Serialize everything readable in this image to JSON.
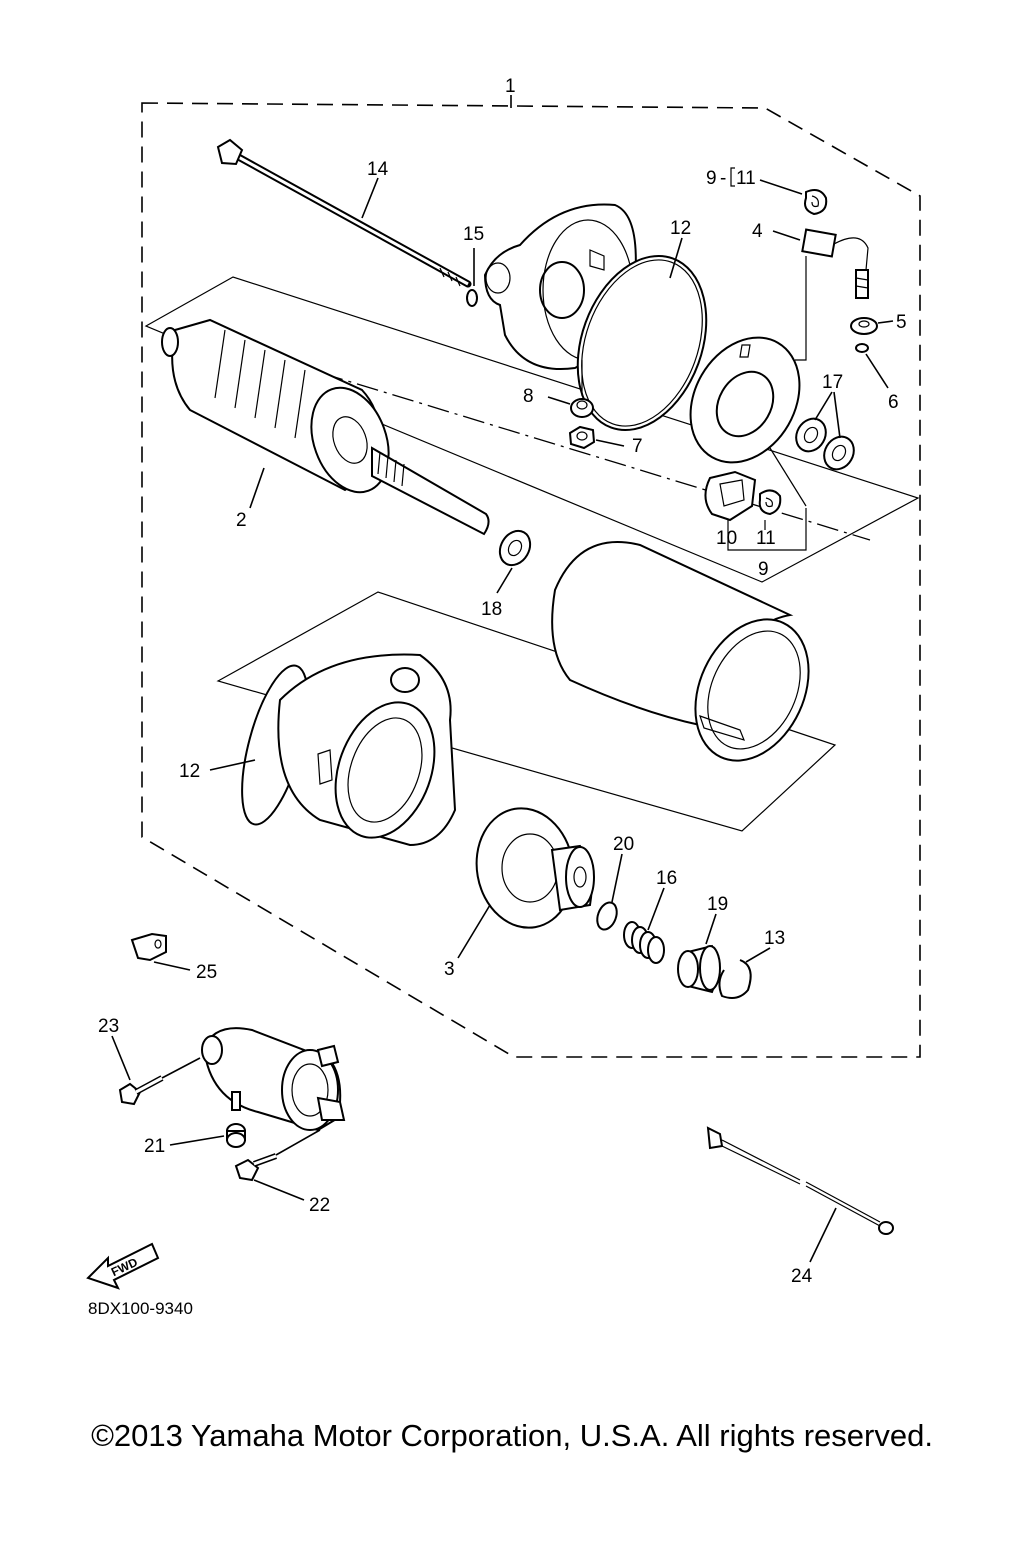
{
  "diagram": {
    "callouts": {
      "c1": "1",
      "c2": "2",
      "c3": "3",
      "c4": "4",
      "c5": "5",
      "c6": "6",
      "c7": "7",
      "c8": "8",
      "c9a": "9",
      "c9b": "9",
      "c10": "10",
      "c11a": "11",
      "c11b": "11",
      "c12a": "12",
      "c12b": "12",
      "c13": "13",
      "c14": "14",
      "c15": "15",
      "c16": "16",
      "c17": "17",
      "c18": "18",
      "c19": "19",
      "c20": "20",
      "c21": "21",
      "c22": "22",
      "c23": "23",
      "c24": "24",
      "c25": "25"
    },
    "fwd_label": "FWD",
    "diagram_code": "8DX100-9340"
  },
  "footer": {
    "copyright": "©2013 Yamaha Motor Corporation, U.S.A. All rights reserved."
  }
}
